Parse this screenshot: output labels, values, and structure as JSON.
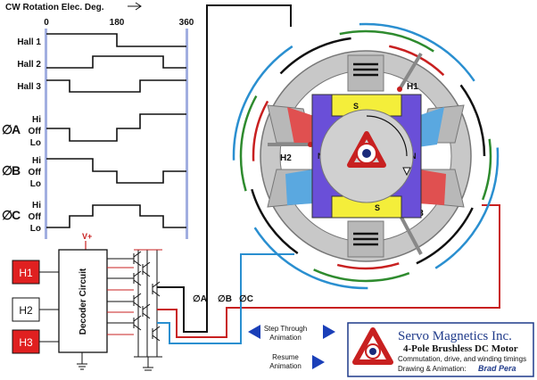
{
  "header": {
    "rotation_label": "CW Rotation Elec. Deg.",
    "deg_ticks": [
      "0",
      "180",
      "360"
    ]
  },
  "timing": {
    "halls": [
      "Hall 1",
      "Hall 2",
      "Hall 3"
    ],
    "phases": [
      {
        "symbol": "∅",
        "letter": "A",
        "levels": [
          "Hi",
          "Off",
          "Lo"
        ]
      },
      {
        "symbol": "∅",
        "letter": "B",
        "levels": [
          "Hi",
          "Off",
          "Lo"
        ]
      },
      {
        "symbol": "∅",
        "letter": "C",
        "levels": [
          "Hi",
          "Off",
          "Lo"
        ]
      }
    ]
  },
  "circuit": {
    "supply_label": "V+",
    "decoder_label": "Decoder Circuit",
    "sensors": [
      {
        "label": "H1",
        "active": true
      },
      {
        "label": "H2",
        "active": false
      },
      {
        "label": "H3",
        "active": true
      }
    ],
    "phase_outputs": [
      "∅A",
      "∅B",
      "∅C"
    ]
  },
  "motor": {
    "hall_labels": [
      "H1",
      "H2",
      "H3"
    ],
    "pole_labels": [
      "S",
      "N",
      "S",
      "N"
    ]
  },
  "controls": {
    "step_label_1": "Step Through",
    "step_label_2": "Animation",
    "resume_label_1": "Resume",
    "resume_label_2": "Animation"
  },
  "logo": {
    "company": "Servo Magnetics Inc.",
    "product": "4-Pole Brushless DC Motor",
    "tagline": "Commutation, drive, and winding timings",
    "credit_prefix": "Drawing & Animation:",
    "credit_name": "Brad Pera"
  },
  "colors": {
    "hall_active": "#e02020",
    "wire_black": "#111111",
    "wire_blue": "#2a8fd0",
    "wire_green": "#2e8b2e",
    "wire_red": "#c82020",
    "grid_line": "#8a9ad8",
    "stator_gray": "#b8b8b8",
    "magnet_yellow": "#f4ee3a",
    "magnet_purple": "#6a4fd8",
    "brand_blue": "#1f3a8a"
  }
}
